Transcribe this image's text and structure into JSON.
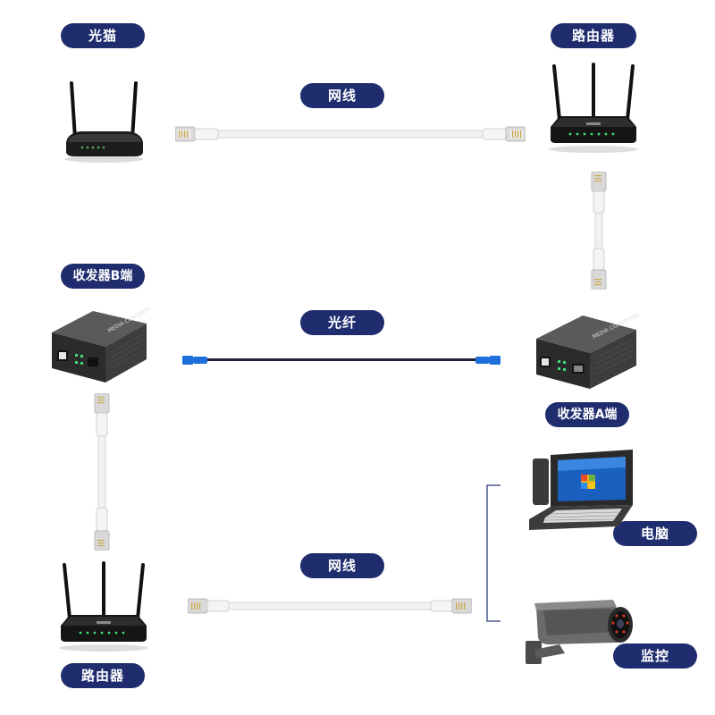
{
  "colors": {
    "pill": "#1f2d6e",
    "fiber": "#1a1f3a",
    "fiber_connector": "#1e6fd9",
    "cable": "#f2f2f2",
    "bracket": "#4a5a8a"
  },
  "labels": {
    "modem": "光猫",
    "router_top": "路由器",
    "cable_top": "网线",
    "transceiver_b": "收发器B端",
    "fiber": "光纤",
    "transceiver_a": "收发器A端",
    "computer": "电脑",
    "cable_bottom": "网线",
    "router_bottom": "路由器",
    "camera": "监控"
  },
  "icons": {
    "modem": "modem-icon",
    "router": "router-icon",
    "transceiver": "media-converter-icon",
    "computer": "rugged-laptop-icon",
    "camera": "cctv-camera-icon"
  }
}
